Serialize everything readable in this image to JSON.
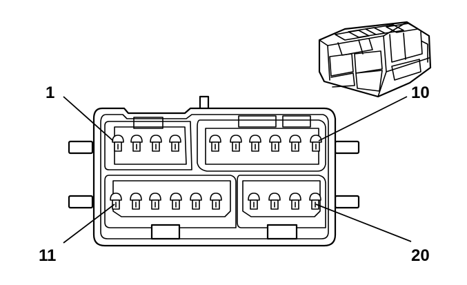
{
  "labels": {
    "pin_1": "1",
    "pin_10": "10",
    "pin_11": "11",
    "pin_20": "20"
  },
  "colors": {
    "line": "#000000",
    "background": "#ffffff"
  }
}
